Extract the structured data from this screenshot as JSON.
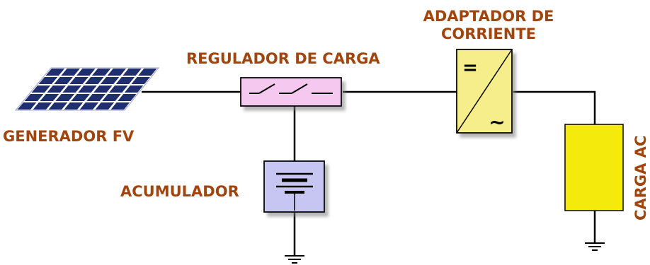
{
  "labels": {
    "generator": "GENERADOR FV",
    "regulator": "REGULADOR DE CARGA",
    "adapter_line1": "ADAPTADOR DE",
    "adapter_line2": "CORRIENTE",
    "accumulator": "ACUMULADOR",
    "load": "CARGA AC"
  },
  "colors": {
    "label_text": "#a0450e",
    "solar_panel": "#1f2e6e",
    "regulator_box": "#f4c8ef",
    "adapter_box": "#f6ee8a",
    "battery_box": "#c7c6f2",
    "load_box": "#f4ea0c",
    "wire": "#000000"
  },
  "icons": {
    "solar_panel": "solar-panel-icon",
    "switch": "switch-icon",
    "battery": "battery-symbol-icon",
    "converter": "dc-ac-converter-icon",
    "ground": "ground-icon"
  },
  "symbols": {
    "dc": "=",
    "ac": "~"
  }
}
